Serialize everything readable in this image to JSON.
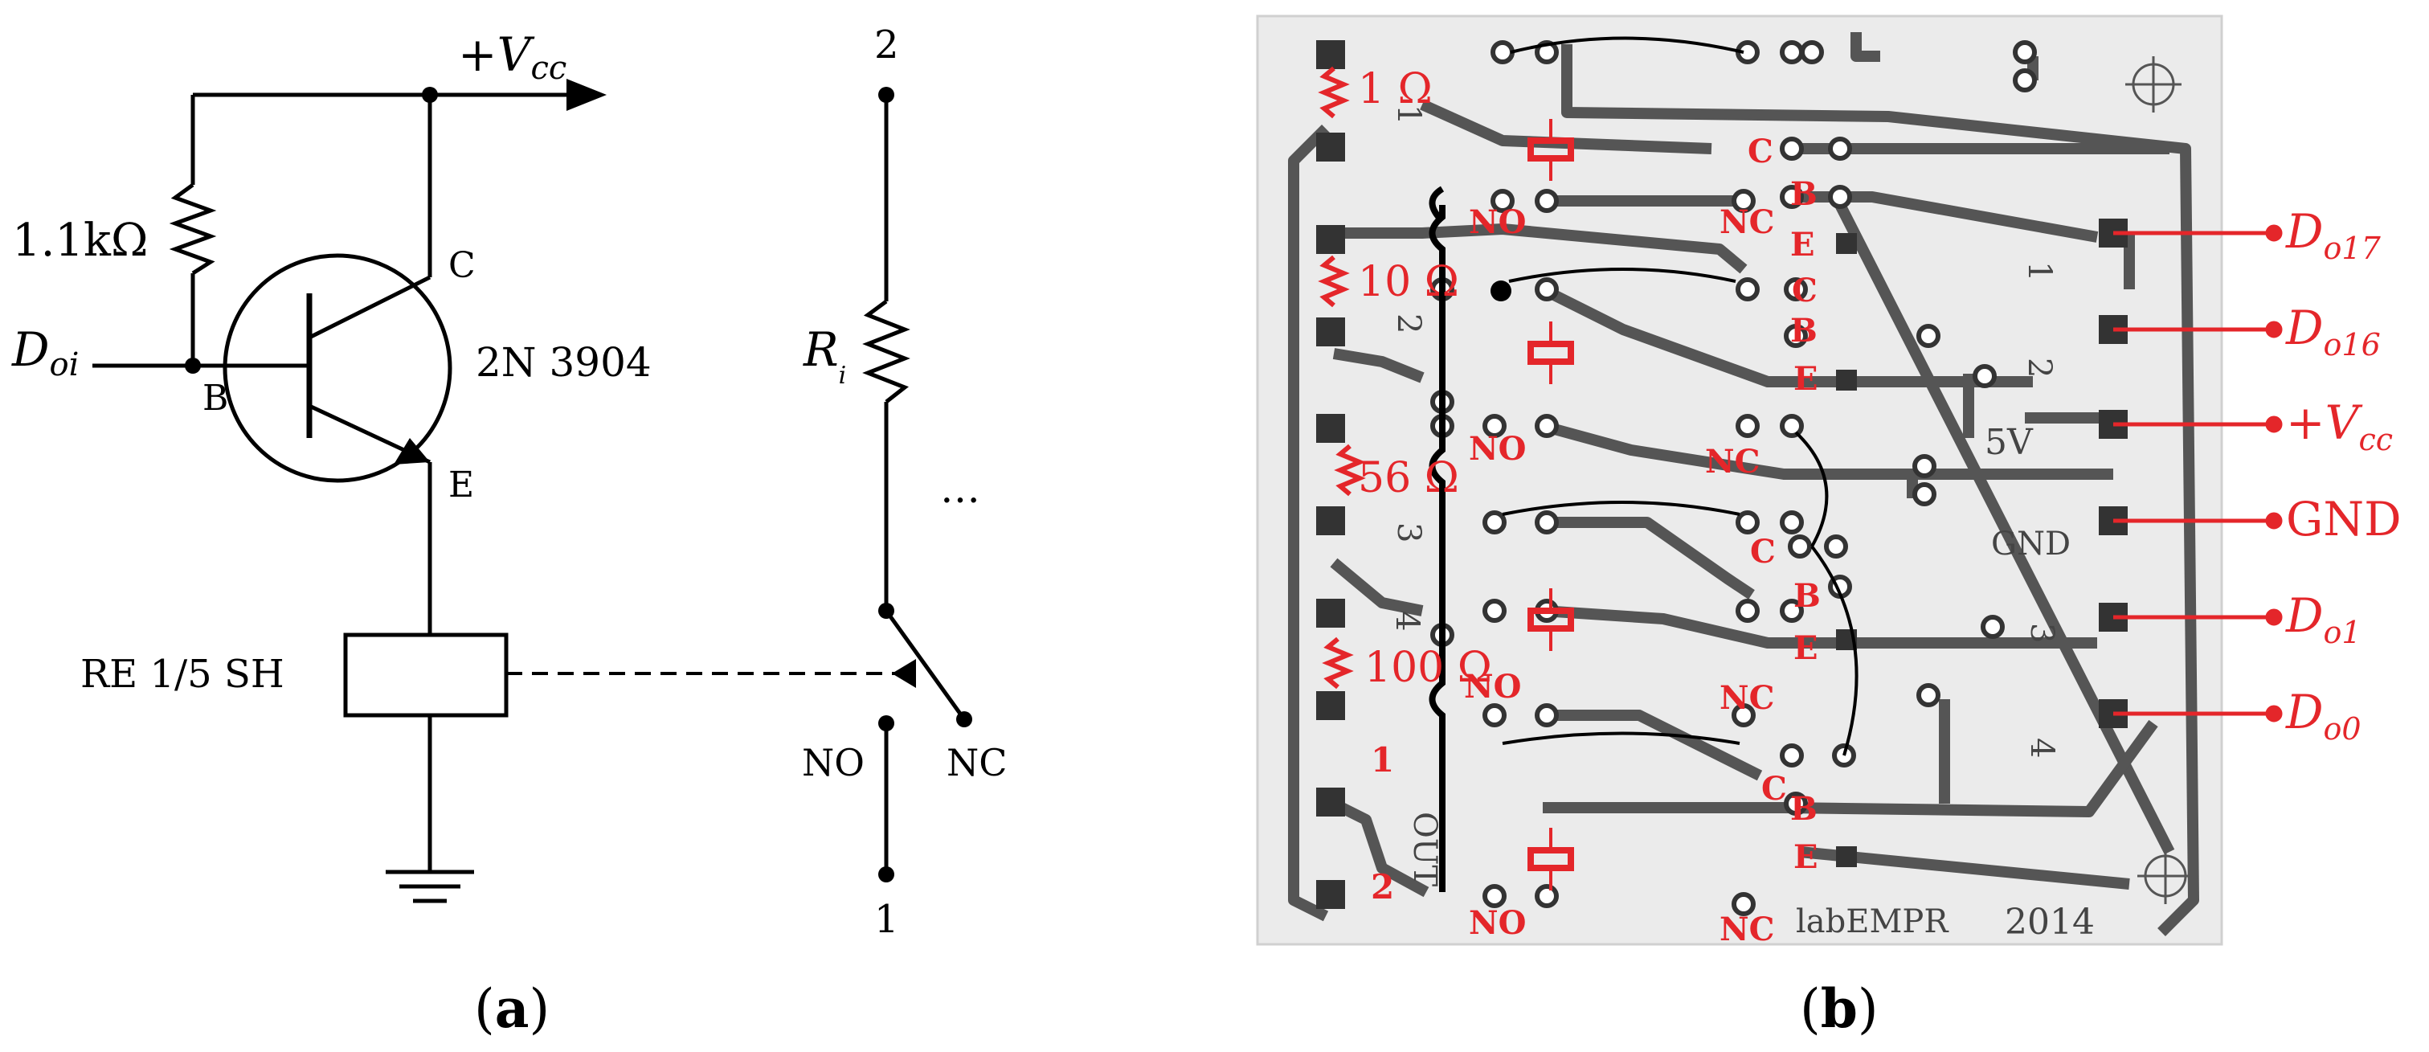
{
  "panel_a": {
    "supply": {
      "plus": "+",
      "v": "V",
      "sub": "cc"
    },
    "resistor": "1.1kΩ",
    "input": {
      "d": "D",
      "sub": "oi"
    },
    "pin_c": "C",
    "pin_b": "B",
    "pin_e": "E",
    "transistor": "2N 3904",
    "relay": "RE 1/5 SH",
    "ri": {
      "r": "R",
      "sub": "i"
    },
    "ellipsis": "…",
    "no": "NO",
    "nc": "NC",
    "node_top": "2",
    "node_bottom": "1",
    "caption": {
      "open": "(",
      "letter": "a",
      "close": ")"
    }
  },
  "panel_b": {
    "resistors": [
      "1 Ω",
      "10 Ω",
      "56 Ω",
      "100 Ω"
    ],
    "no": "NO",
    "nc": "NC",
    "c": "C",
    "b": "B",
    "e": "E",
    "out_1": "1",
    "out_2": "2",
    "board_text": {
      "five_v": "5V",
      "gnd": "GND",
      "brand": "labEMPR",
      "year": "2014",
      "out": "OUT",
      "n1": "1",
      "n2": "2",
      "n3": "3",
      "n4": "4"
    },
    "outputs": [
      {
        "main": "D",
        "sub": "o17",
        "italic": true
      },
      {
        "main": "D",
        "sub": "o16",
        "italic": true
      },
      {
        "main": "+V",
        "sub": "cc",
        "italic": true
      },
      {
        "main": "GND",
        "sub": "",
        "italic": false
      },
      {
        "main": "D",
        "sub": "o1",
        "italic": true
      },
      {
        "main": "D",
        "sub": "o0",
        "italic": true
      }
    ],
    "caption": {
      "open": "(",
      "letter": "b",
      "close": ")"
    }
  },
  "colors": {
    "annotation_red": "#e4262a",
    "board": "#ebebeb",
    "trace": "#555555",
    "ink": "#000000"
  }
}
